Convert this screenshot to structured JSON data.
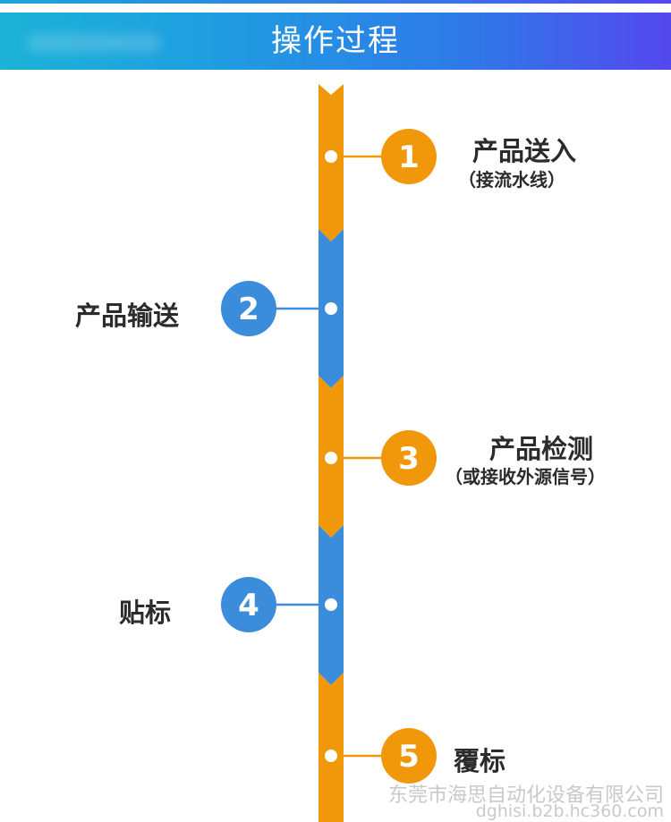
{
  "header": {
    "title": "操作过程"
  },
  "colors": {
    "orange": "#f0980a",
    "blue": "#3b8ddc",
    "text": "#2b2b2b"
  },
  "steps": [
    {
      "number": "1",
      "title": "产品送入",
      "note": "（接流水线）",
      "side": "right",
      "color": "orange"
    },
    {
      "number": "2",
      "title": "产品输送",
      "note": "",
      "side": "left",
      "color": "blue"
    },
    {
      "number": "3",
      "title": "产品检测",
      "note": "（或接收外源信号）",
      "side": "right",
      "color": "orange"
    },
    {
      "number": "4",
      "title": "贴标",
      "note": "",
      "side": "left",
      "color": "blue"
    },
    {
      "number": "5",
      "title": "覆标",
      "note": "",
      "side": "right",
      "color": "orange"
    }
  ],
  "watermark": {
    "company": "东莞市海思自动化设备有限公司",
    "site": "dghisi.b2b.hc360.com"
  }
}
